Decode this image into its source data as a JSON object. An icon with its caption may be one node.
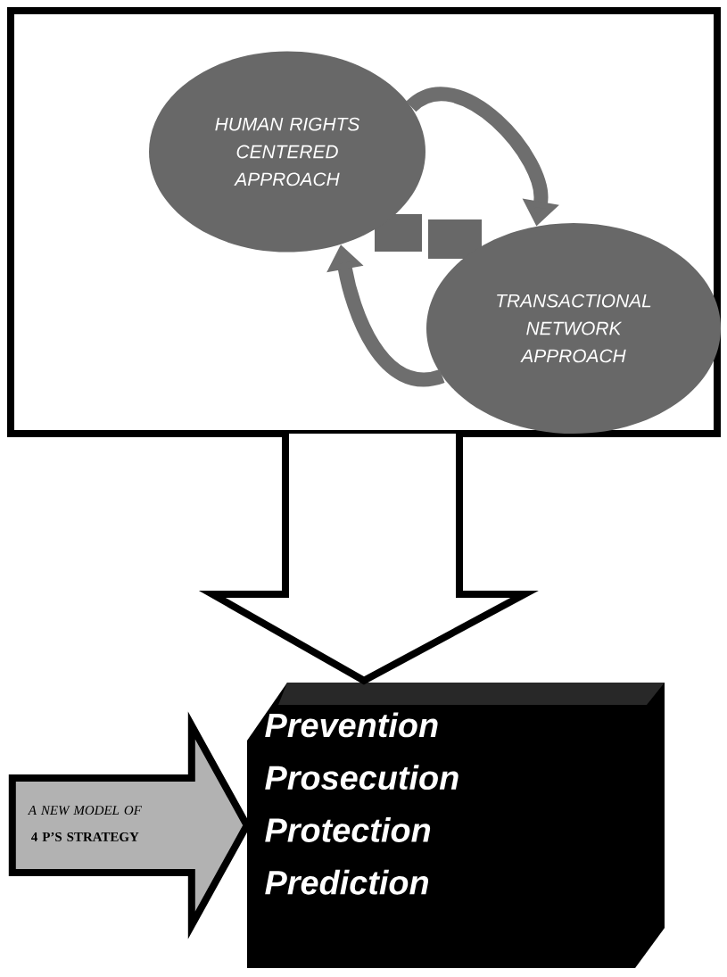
{
  "diagram": {
    "nodes": [
      {
        "text": [],
        "shape": "box"
      },
      {
        "text": [
          "HUMAN RIGHTS CENTERED APPROACH"
        ],
        "in": 0
      },
      {
        "text": [
          "TRANSACTIONAL NETWORK APPROACH"
        ],
        "in": 0
      },
      {
        "text": [
          "Prevention",
          "Prosecution",
          "Protection",
          "Prediction"
        ]
      }
    ],
    "edges": [
      {
        "from": 1,
        "to": 2,
        "arrow": "to"
      },
      {
        "from": 2,
        "to": 1,
        "arrow": "to"
      },
      {
        "from": 0,
        "to": 3,
        "arrow": "to"
      },
      {
        "from": null,
        "to": 3,
        "arrow": "to",
        "label": "*A NEW MODEL OF* **4 P’S STRATEGY**"
      }
    ]
  }
}
